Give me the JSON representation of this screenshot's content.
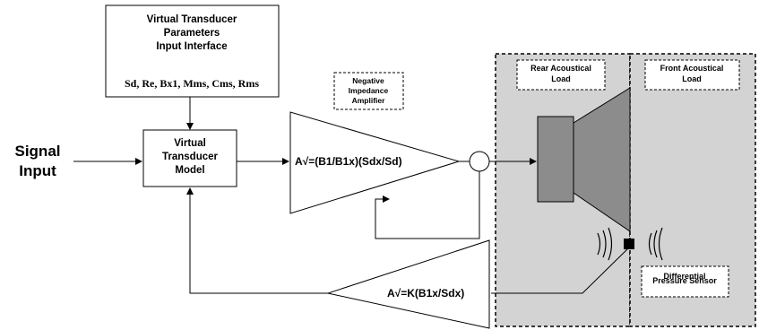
{
  "blocks": {
    "params_box": {
      "title_lines": [
        "Virtual Transducer",
        "Parameters",
        "Input Interface"
      ],
      "params": "Sd, Re, Bx1, Mms, Cms, Rms"
    },
    "signal_input": [
      "Signal",
      "Input"
    ],
    "model_box": [
      "Virtual",
      "Transducer",
      "Model"
    ],
    "nia_label": [
      "Negative",
      "Impedance",
      "Amplifier"
    ],
    "amp_top_gain": "A√=(B1/B1x)(Sdx/Sd)",
    "amp_bottom_gain": "A√=K(B1x/Sdx)",
    "rear_load": [
      "Rear Acoustical",
      "Load"
    ],
    "front_load": [
      "Front Acoustical",
      "Load"
    ],
    "sensor_label": [
      "Differential",
      "Pressure Sensor"
    ]
  },
  "colors": {
    "enclosure_fill": "#d3d3d3",
    "speaker_fill": "#8c8c8c",
    "stroke": "#000000"
  }
}
